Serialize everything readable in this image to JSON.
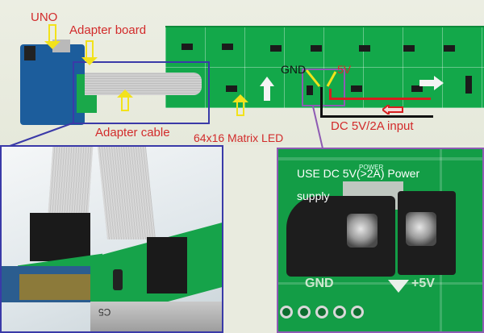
{
  "labels": {
    "uno": "UNO",
    "adapter_board": "Adapter board",
    "adapter_cable": "Adapter cable",
    "matrix_led": "64x16 Matrix LED",
    "gnd": "GND",
    "v5": "5V",
    "dc_input": "DC 5V/2A input"
  },
  "inset_right": {
    "caption_line1": "USE DC 5V(>2A)  Power",
    "caption_line2": "supply",
    "silk_gnd": "GND",
    "silk_5v": "+5V",
    "silk_power": "POWER"
  },
  "inset_left": {
    "silk_mark": "C5"
  },
  "colors": {
    "label_red": "#d22b2b",
    "arrow_yellow": "#f2e21b",
    "box_blue": "#3a3aa8",
    "box_purple": "#8e5bb3",
    "pcb_green": "#13a84a"
  }
}
